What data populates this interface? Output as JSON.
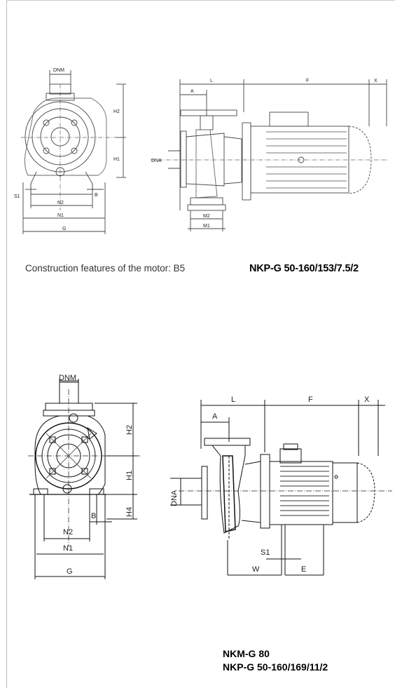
{
  "top_drawing": {
    "labels": {
      "dnm": "DNM",
      "h2": "H2",
      "h1": "H1",
      "s1": "S1",
      "b": "B",
      "n2": "N2",
      "n1": "N1",
      "g": "G",
      "l": "L",
      "f": "F",
      "x": "X",
      "a": "A",
      "dna": "DNA",
      "m2": "M2",
      "m1": "M1"
    },
    "caption": "Construction features of the motor: B5",
    "model": "NKP-G 50-160/153/7.5/2"
  },
  "bottom_drawing": {
    "labels": {
      "dnm": "DNM",
      "h2": "H2",
      "h1": "H1",
      "h4": "H4",
      "b": "B",
      "n2": "N2",
      "n1": "N1",
      "g": "G",
      "l": "L",
      "f": "F",
      "x": "X",
      "a": "A",
      "dna": "DNA",
      "s1": "S1",
      "w": "W",
      "e": "E"
    },
    "model_line1": "NKM-G 80",
    "model_line2": "NKP-G 50-160/169/11/2"
  }
}
